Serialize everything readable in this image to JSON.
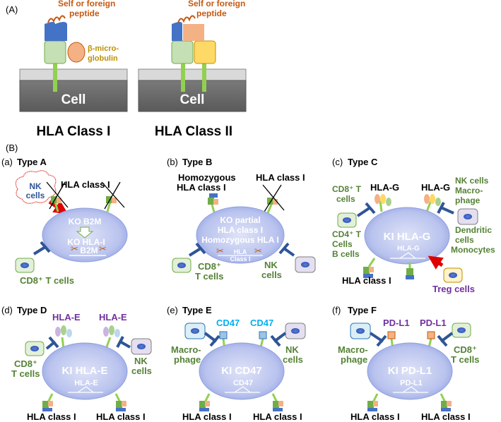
{
  "panelA": {
    "label": "(A)",
    "peptide1": [
      "Self or foreign",
      "peptide"
    ],
    "peptide2": [
      "Self or foreign",
      "peptide"
    ],
    "b2m": [
      "β-micro-",
      "globulin"
    ],
    "cell1": "Cell",
    "cell2": "Cell",
    "title1": "HLA Class I",
    "title2": "HLA Class II"
  },
  "panelB": {
    "label": "(B)",
    "a": {
      "tag": "(a)",
      "type": "Type A",
      "nk": [
        "NK",
        "cells"
      ],
      "hla": "HLA class I",
      "ko1": "KO B2M",
      "ko2": "KO HLA-I",
      "b2m": "B2M",
      "cd8": "CD8⁺ T cells"
    },
    "b": {
      "tag": "(b)",
      "type": "Type B",
      "homo": [
        "Homozygous",
        "HLA class I"
      ],
      "hla": "HLA class I",
      "ko": [
        "KO partial",
        "HLA class I",
        "Homozygous HLA I"
      ],
      "gene": [
        "HLA",
        "Class I"
      ],
      "cd8": [
        "CD8⁺",
        "T cells"
      ],
      "nk": [
        "NK",
        "cells"
      ]
    },
    "c": {
      "tag": "(c)",
      "type": "Type C",
      "hlag1": "HLA-G",
      "hlag2": "HLA-G",
      "cd8": [
        "CD8⁺ T",
        "cells"
      ],
      "cd4": [
        "CD4⁺ T",
        "Cells",
        "B cells"
      ],
      "nk": [
        "NK cells",
        "Macro-",
        "phage"
      ],
      "dc": [
        "Dendritic",
        "cells",
        "Monocytes"
      ],
      "ki": "KI HLA-G",
      "gene": "HLA-G",
      "hla": "HLA class I",
      "treg": "Treg cells"
    },
    "d": {
      "tag": "(d)",
      "type": "Type D",
      "hlae1": "HLA-E",
      "hlae2": "HLA-E",
      "cd8": [
        "CD8⁺",
        "T cells"
      ],
      "nk": [
        "NK",
        "cells"
      ],
      "ki": "KI HLA-E",
      "gene": "HLA-E",
      "hla1": "HLA class I",
      "hla2": "HLA class I"
    },
    "e": {
      "tag": "(e)",
      "type": "Type E",
      "cd47a": "CD47",
      "cd47b": "CD47",
      "mac": [
        "Macro-",
        "phage"
      ],
      "nk": [
        "NK",
        "cells"
      ],
      "ki": "KI CD47",
      "gene": "CD47",
      "hla1": "HLA class I",
      "hla2": "HLA class I"
    },
    "f": {
      "tag": "(f)",
      "type": "Type F",
      "pdl1a": "PD-L1",
      "pdl1b": "PD-L1",
      "mac": [
        "Macro-",
        "phage"
      ],
      "cd8": [
        "CD8⁺",
        "T cells"
      ],
      "ki": "KI PD-L1",
      "gene": "PD-L1",
      "hla1": "HLA class I",
      "hla2": "HLA class I"
    }
  }
}
